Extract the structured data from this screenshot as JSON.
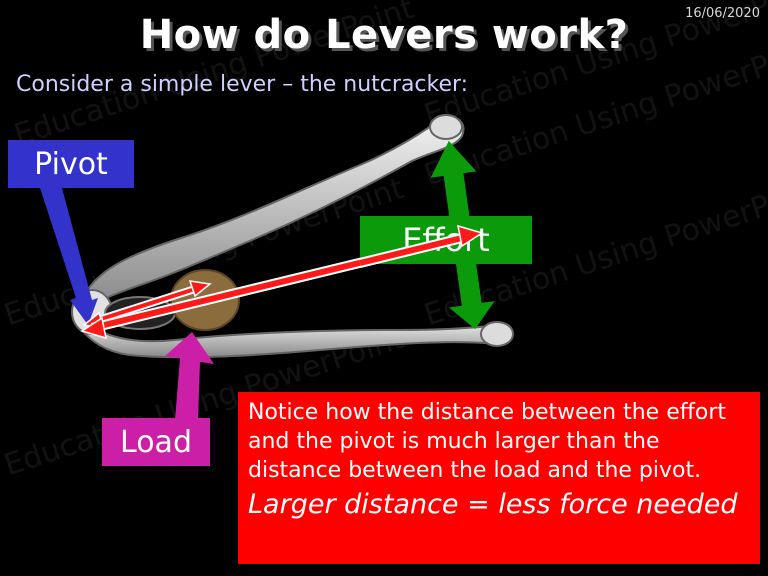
{
  "slide": {
    "date": "16/06/2020",
    "title": "How do Levers work?",
    "subtitle": "Consider a simple lever – the nutcracker:",
    "watermark": "Education Using PowerPoint",
    "labels": {
      "pivot": "Pivot",
      "effort": "Effort",
      "load": "Load"
    },
    "info": {
      "text": "Notice how the distance between the effort and the pivot is much larger than the distance between the load and the pivot.",
      "highlight": "Larger distance = less force needed"
    }
  },
  "colors": {
    "background": "#000000",
    "pivot": "#3333cc",
    "load": "#cc1fa8",
    "effort": "#0a9a0a",
    "info_box": "#ff0000",
    "arrow": "#ff1a1a"
  }
}
